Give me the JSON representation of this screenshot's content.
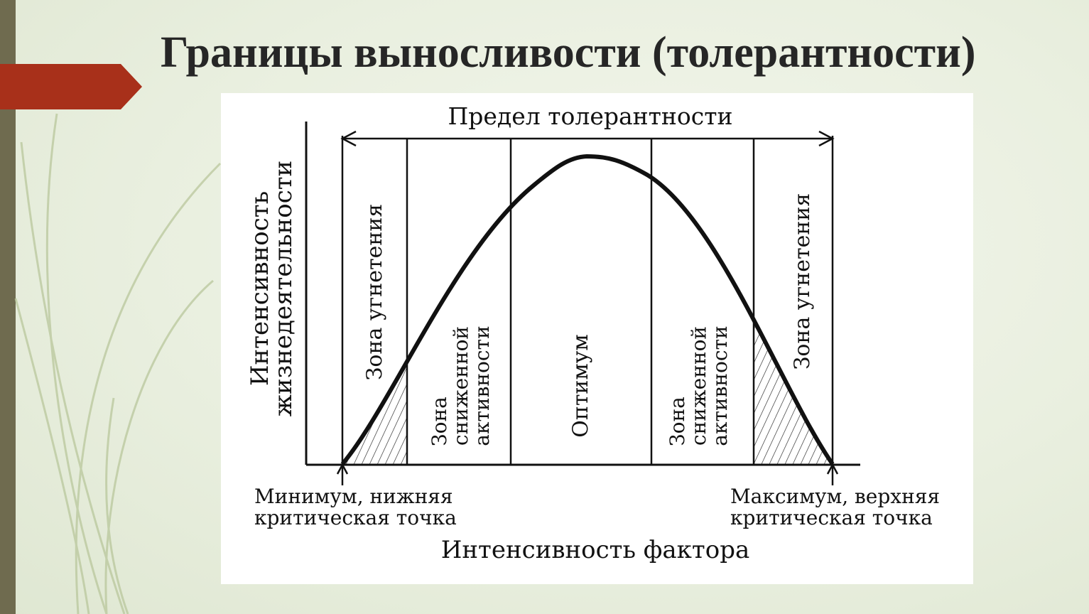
{
  "slide": {
    "title": "Границы выносливости (толерантности)",
    "accent_color": "#a8301a",
    "bar_color": "#6f6b4f"
  },
  "diagram": {
    "tolerance_label": "Предел толерантности",
    "y_axis_label_line1": "Интенсивность",
    "y_axis_label_line2": "жизнедеятельности",
    "x_axis_label": "Интенсивность фактора",
    "min_label_line1": "Минимум, нижняя",
    "min_label_line2": "критическая точка",
    "max_label_line1": "Максимум, верхняя",
    "max_label_line2": "критическая точка",
    "zones": {
      "oppression_left": "Зона угнетения",
      "reduced_left_line1": "Зона",
      "reduced_left_line2": "сниженной",
      "reduced_left_line3": "активности",
      "optimum": "Оптимум",
      "reduced_right_line1": "Зона",
      "reduced_right_line2": "сниженной",
      "reduced_right_line3": "активности",
      "oppression_right": "Зона угнетения"
    }
  }
}
